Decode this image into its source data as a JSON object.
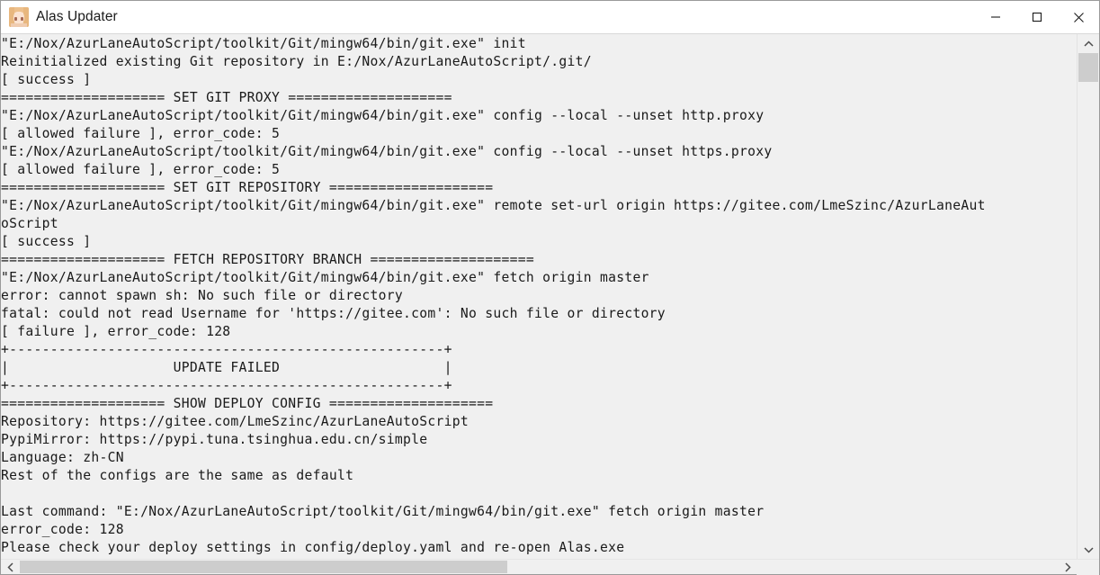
{
  "window": {
    "title": "Alas Updater",
    "icon": "alas-avatar-icon",
    "controls": {
      "minimize": "minimize-icon",
      "maximize": "maximize-icon",
      "close": "close-icon"
    }
  },
  "colors": {
    "window_background": "#f0f0f0",
    "titlebar_background": "#ffffff",
    "console_text": "#1a1a1a",
    "scrollbar_thumb": "#cdcdcd",
    "window_border": "#9a9a9a"
  },
  "console": {
    "lines": [
      "\"E:/Nox/AzurLaneAutoScript/toolkit/Git/mingw64/bin/git.exe\" init",
      "Reinitialized existing Git repository in E:/Nox/AzurLaneAutoScript/.git/",
      "[ success ]",
      "==================== SET GIT PROXY ====================",
      "\"E:/Nox/AzurLaneAutoScript/toolkit/Git/mingw64/bin/git.exe\" config --local --unset http.proxy",
      "[ allowed failure ], error_code: 5",
      "\"E:/Nox/AzurLaneAutoScript/toolkit/Git/mingw64/bin/git.exe\" config --local --unset https.proxy",
      "[ allowed failure ], error_code: 5",
      "==================== SET GIT REPOSITORY ====================",
      "\"E:/Nox/AzurLaneAutoScript/toolkit/Git/mingw64/bin/git.exe\" remote set-url origin https://gitee.com/LmeSzinc/AzurLaneAut",
      "oScript",
      "[ success ]",
      "==================== FETCH REPOSITORY BRANCH ====================",
      "\"E:/Nox/AzurLaneAutoScript/toolkit/Git/mingw64/bin/git.exe\" fetch origin master",
      "error: cannot spawn sh: No such file or directory",
      "fatal: could not read Username for 'https://gitee.com': No such file or directory",
      "[ failure ], error_code: 128",
      "+-----------------------------------------------------+",
      "|                    UPDATE FAILED                    |",
      "+-----------------------------------------------------+",
      "==================== SHOW DEPLOY CONFIG ====================",
      "Repository: https://gitee.com/LmeSzinc/AzurLaneAutoScript",
      "PypiMirror: https://pypi.tuna.tsinghua.edu.cn/simple",
      "Language: zh-CN",
      "Rest of the configs are the same as default",
      "",
      "Last command: \"E:/Nox/AzurLaneAutoScript/toolkit/Git/mingw64/bin/git.exe\" fetch origin master",
      "error_code: 128",
      "Please check your deploy settings in config/deploy.yaml and re-open Alas.exe"
    ]
  },
  "scrollbars": {
    "vertical": {
      "up_arrow": "chevron-up-icon",
      "down_arrow": "chevron-down-icon",
      "thumb_position_percent": 0,
      "thumb_size_percent": 6
    },
    "horizontal": {
      "thumb_position_percent": 0,
      "thumb_size_percent": 47
    }
  }
}
